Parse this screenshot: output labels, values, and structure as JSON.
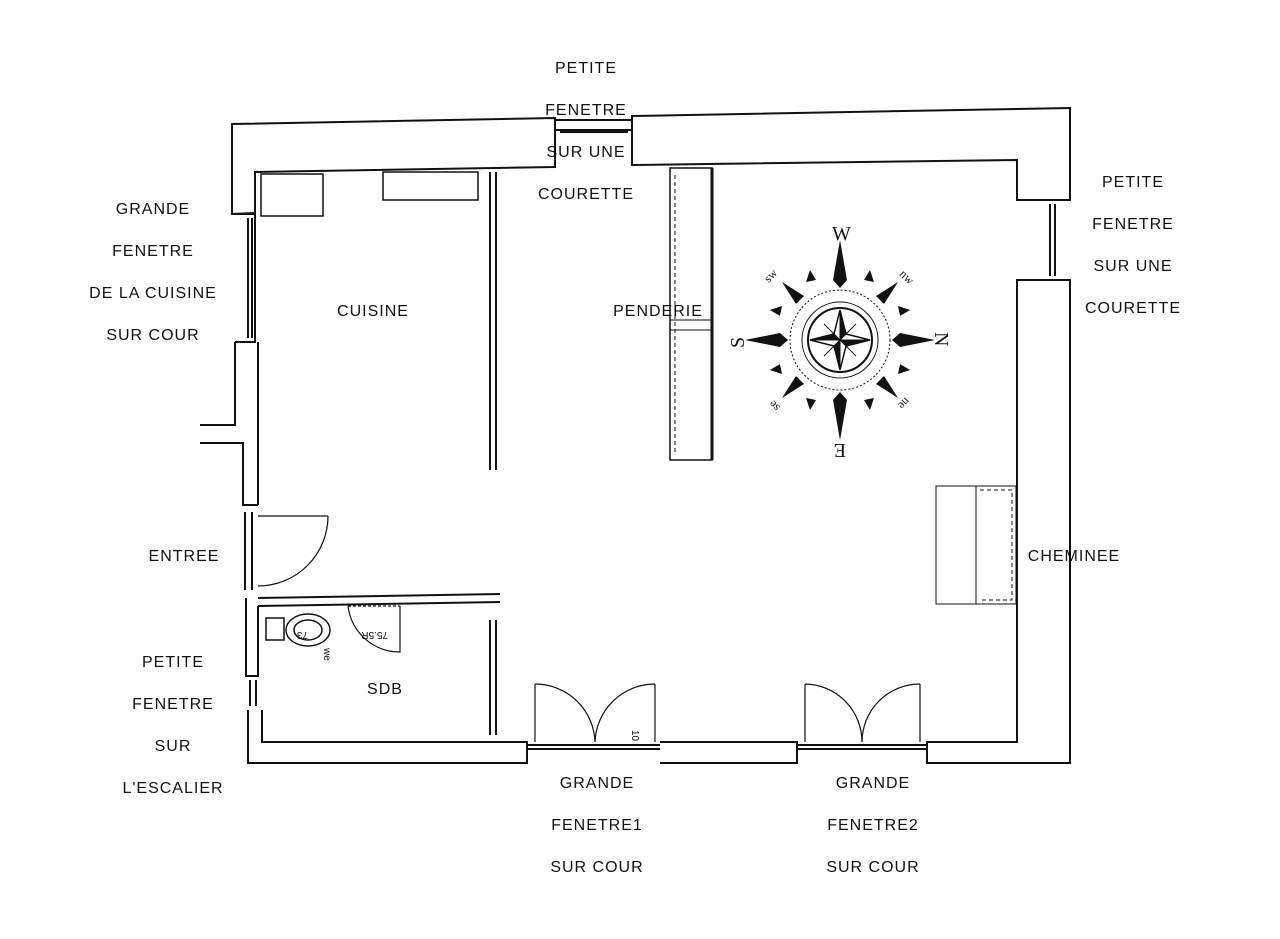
{
  "labels": {
    "top_window": [
      "PETITE",
      "FENETRE",
      "SUR UNE",
      "COURETTE"
    ],
    "right_window": [
      "PETITE",
      "FENETRE",
      "SUR UNE",
      "COURETTE"
    ],
    "kitchen_window": [
      "GRANDE",
      "FENETRE",
      "DE LA CUISINE",
      "SUR COUR"
    ],
    "entry": "ENTREE",
    "stair_window": [
      "PETITE",
      "FENETRE",
      "SUR",
      "L'ESCALIER"
    ],
    "window1": [
      "GRANDE",
      "FENETRE1",
      "SUR COUR"
    ],
    "window2": [
      "GRANDE",
      "FENETRE2",
      "SUR COUR"
    ],
    "fireplace": "CHEMINEE",
    "kitchen": "CUISINE",
    "wardrobe": "PENDERIE",
    "bathroom": "SDB"
  },
  "dimensions": {
    "wc_a": "73",
    "wc_b": "75.5R",
    "wc_c": "we",
    "door_gap": "10"
  },
  "compass": {
    "cardinals": {
      "top": "W",
      "right": "N",
      "bottom": "E",
      "left": "S"
    },
    "intercardinals": {
      "top_left": "sw",
      "top_right": "nw",
      "bottom_right": "ne",
      "bottom_left": "se"
    }
  }
}
